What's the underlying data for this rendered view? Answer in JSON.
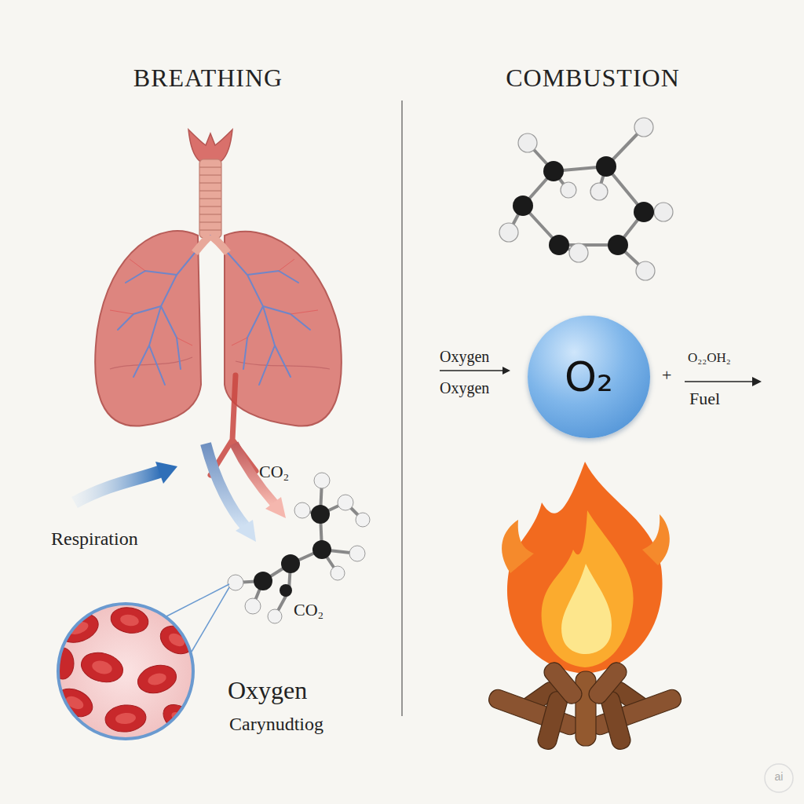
{
  "diagram": {
    "nodes": [
      {
        "text": [
          "O₂"
        ]
      }
    ],
    "labels": [
      "BREATHING",
      "COMBUSTION",
      "Respiration",
      "CO₂",
      "CO₂",
      "Oxygen",
      "Carynudtiog",
      "Oxygen",
      "Oxygen",
      "+",
      "O₂₂OH₂",
      "Fuel",
      "ai"
    ]
  }
}
